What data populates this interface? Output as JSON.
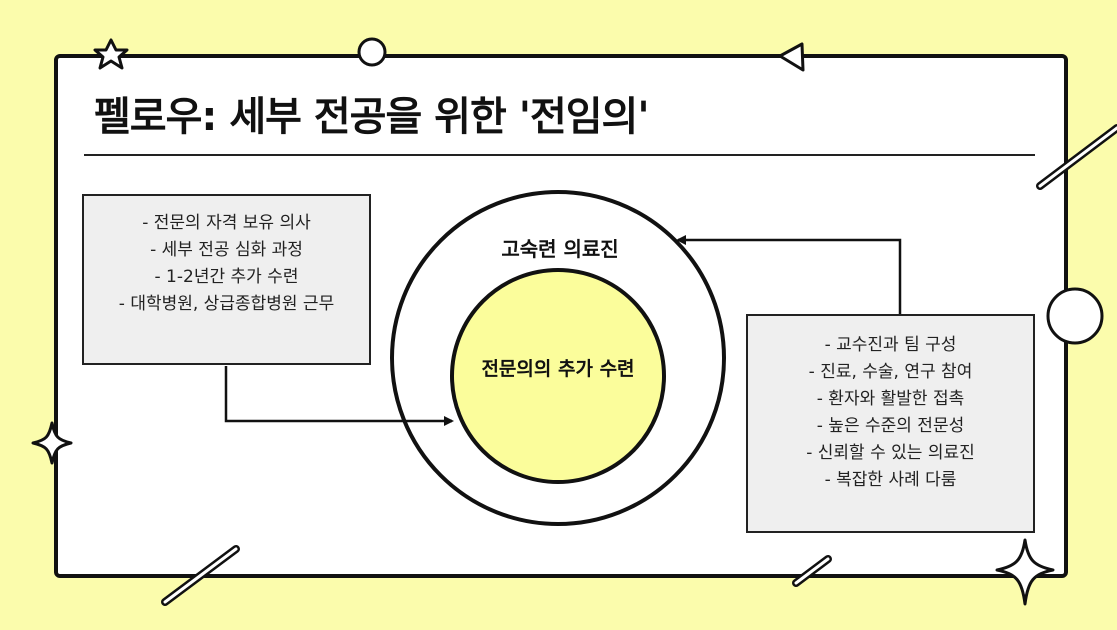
{
  "slide": {
    "title": "펠로우: 세부 전공을 위한 '전임의'"
  },
  "diagram": {
    "outer_circle_label": "고숙련 의료진",
    "inner_circle_label": "전문의의 추가 수련",
    "left_box": {
      "items": [
        "- 전문의 자격 보유 의사",
        "- 세부 전공 심화 과정",
        "- 1-2년간 추가 수련",
        "- 대학병원, 상급종합병원 근무"
      ]
    },
    "right_box": {
      "items": [
        "- 교수진과 팀 구성",
        "- 진료, 수술, 연구 참여",
        "- 환자와 활발한 접촉",
        "- 높은 수준의 전문성",
        "- 신뢰할 수 있는 의료진",
        "- 복잡한 사례 다룸"
      ]
    }
  },
  "colors": {
    "background": "#fbfcac",
    "card": "#ffffff",
    "inner_circle": "#fbfd9b",
    "box_fill": "#efefef",
    "ink": "#111111"
  },
  "decorations": [
    "star-outline-icon",
    "circle-outline-icon",
    "triangle-outline-icon",
    "sparkle-icon",
    "slash-line"
  ]
}
